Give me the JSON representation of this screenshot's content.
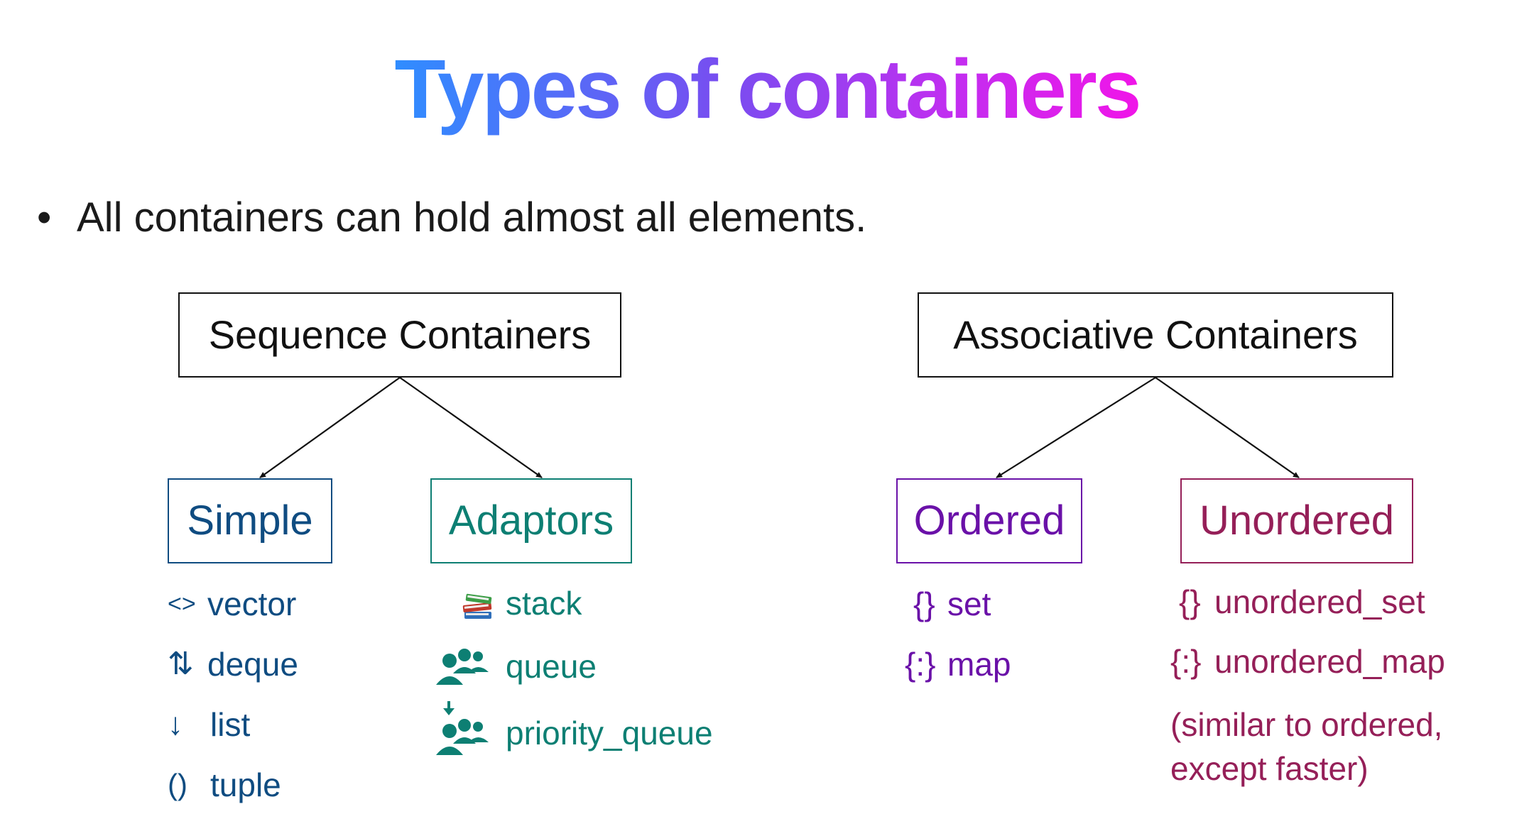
{
  "title": "Types of containers",
  "bullet": "All containers can hold almost all elements.",
  "colors": {
    "simple": "#0f4c81",
    "adaptors": "#0d7f73",
    "ordered": "#6a11a8",
    "unordered": "#951f58",
    "title_start": "#2f8dff",
    "title_end": "#f015e8"
  },
  "sequence": {
    "label": "Sequence Containers",
    "simple": {
      "label": "Simple",
      "items": [
        {
          "icon": "<>",
          "label": "vector"
        },
        {
          "icon": "⇅",
          "label": "deque"
        },
        {
          "icon": "↓",
          "label": "list"
        },
        {
          "icon": "()",
          "label": "tuple"
        }
      ]
    },
    "adaptors": {
      "label": "Adaptors",
      "items": [
        {
          "icon": "books-icon",
          "label": "stack"
        },
        {
          "icon": "people-group-icon",
          "label": "queue"
        },
        {
          "icon": "people-group-priority-icon",
          "label": "priority_queue"
        }
      ]
    }
  },
  "associative": {
    "label": "Associative Containers",
    "ordered": {
      "label": "Ordered",
      "items": [
        {
          "icon": "{}",
          "label": "set"
        },
        {
          "icon": "{:}",
          "label": "map"
        }
      ]
    },
    "unordered": {
      "label": "Unordered",
      "items": [
        {
          "icon": "{}",
          "label": "unordered_set"
        },
        {
          "icon": "{:}",
          "label": "unordered_map"
        }
      ],
      "note_line1": "(similar to ordered,",
      "note_line2": "except faster)"
    }
  }
}
